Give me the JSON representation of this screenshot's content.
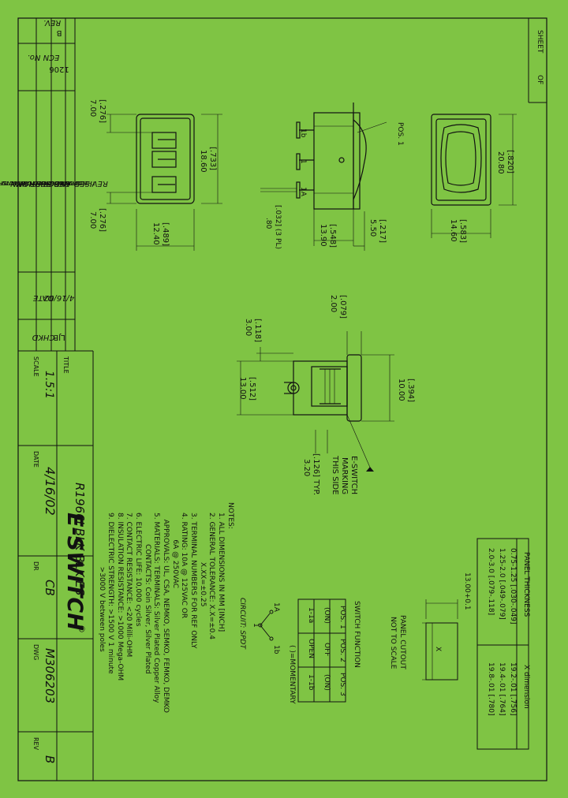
{
  "colors": {
    "background": "#7fc444",
    "ink": "#111111"
  },
  "revision_block": {
    "sheet_label": "SHEET",
    "of_label": "OF",
    "rev_header": "REV.",
    "ecn_header": "ECN No.",
    "description_header": "DESCRIPTION",
    "date_header": "DATE",
    "chkd_header": "CHKD",
    "rev_value": "B",
    "ecn_value": "1206",
    "description_value": "REVISED AND REDRAWN",
    "date_value": "4/16/02",
    "chkd_value": "LJB",
    "notice": [
      "THE INFORMATION CONTAINED IN THIS DOCUMENT",
      "IS PROPRIETARY TO E-SWITCH AND IS",
      "NOT TO BE COPIED OR TRANSFERRED"
    ]
  },
  "title_block": {
    "title_label": "TITLE",
    "title_value": "R1966I BLK BLK ES",
    "logo_text": "E-SWITCH",
    "scale_label": "SCALE",
    "scale_value": "1.5:1",
    "date_label": "DATE",
    "date_value": "4/16/02",
    "dr_label": "DR",
    "dr_value": "CB",
    "dwg_label": "DWG",
    "dwg_value": "M306203",
    "rev_label": "REV",
    "rev_value": "B"
  },
  "dimensions": {
    "side_top_mm": "7.00",
    "side_top_in": "[.276]",
    "side_mid_mm": "18.60",
    "side_mid_in": "[.733]",
    "side_bot_mm": "7.00",
    "side_bot_in": "[.276]",
    "side_width_mm": "12.40",
    "side_width_in": "[.489]",
    "pos1": "POS. 1",
    "term_1b": "1b",
    "term_1": "1",
    "term_1a": "1A",
    "term_thk_mm": ".80",
    "term_thk_in": "[.032] (3 PL)",
    "body_depth_mm": "13.90",
    "body_depth_in": "[.548]",
    "rocker_h_mm": "5.50",
    "rocker_h_in": "[.217]",
    "front_h_mm": "20.80",
    "front_h_in": "[.820]",
    "front_w_mm": "14.60",
    "front_w_in": "[.583]",
    "end_flange_mm": "2.00",
    "end_flange_in": "[.079]",
    "end_step_mm": "3.00",
    "end_step_in": "[.118]",
    "end_body_mm": "13.00",
    "end_body_in": "[.512]",
    "end_total_mm": "10.00",
    "end_total_in": "[.394]",
    "marking_1": "E-SWITCH",
    "marking_2": "MARKING",
    "marking_3": "THIS SIDE",
    "term_pitch_mm": "3.20",
    "term_pitch_in": "[.126] TYP."
  },
  "notes": {
    "heading": "NOTES:",
    "lines": [
      "1. ALL DIMENSIONS IN MM [INCH]",
      "2. GENERAL TOLERANCE: X.X=±0.4",
      "                      X.XX=±0.25",
      "3. TERMINAL NUMBERS FOR REF ONLY",
      "4. RATING: 10A @ 125VAC OR",
      "            6A @ 250VAC",
      "   APPROVALS: UL, CSA, NEMKO, SEMKO, FEMKO, DEMKO",
      "5. MATERIALS: TERMINALS: Silver Plated Copper Alloy",
      "              CONTACTS: Coin Silver, Silver Plated",
      "6. ELECTRIC LIFE: 10,000 cycles",
      "7. CONTACT RESISTANCE: <20 Milli-OHM",
      "8. INSULATION RESISTANCE: >1000 Mega-OHM",
      "9. DIELECTRIC STRENGTH: >1500 V 1 minute",
      "                        >3000 V between poles"
    ]
  },
  "circuit": {
    "label": "CIRCUIT: SPDT",
    "t1a": "1A",
    "t1": "1",
    "t1b": "1b",
    "momentary": "( )=MOMENTARY"
  },
  "switch_function": {
    "heading": "SWITCH FUNCTION",
    "headers": [
      "POS. 1",
      "POS. 2",
      "POS. 3"
    ],
    "row1": [
      "(ON)",
      "OFF",
      "(ON)"
    ],
    "row2": [
      "1-1a",
      "OPEN",
      "1-1b"
    ]
  },
  "panel_cutout": {
    "line1": "PANEL CUTOUT",
    "line2": "NOT TO SCALE",
    "x_label": "X",
    "height": "13.00+0.1"
  },
  "panel_table": {
    "headers": [
      "PANEL THICKNESS",
      "X dimension"
    ],
    "rows": [
      [
        "0.75-1.25 [.030-.049]",
        "19.2-.01 [.756]"
      ],
      [
        "1.25-2.0 [.049-.079]",
        "19.4-.01 [.764]"
      ],
      [
        "2.0-3.0 [.079-.118]",
        "19.8-.01 [.780]"
      ]
    ]
  }
}
